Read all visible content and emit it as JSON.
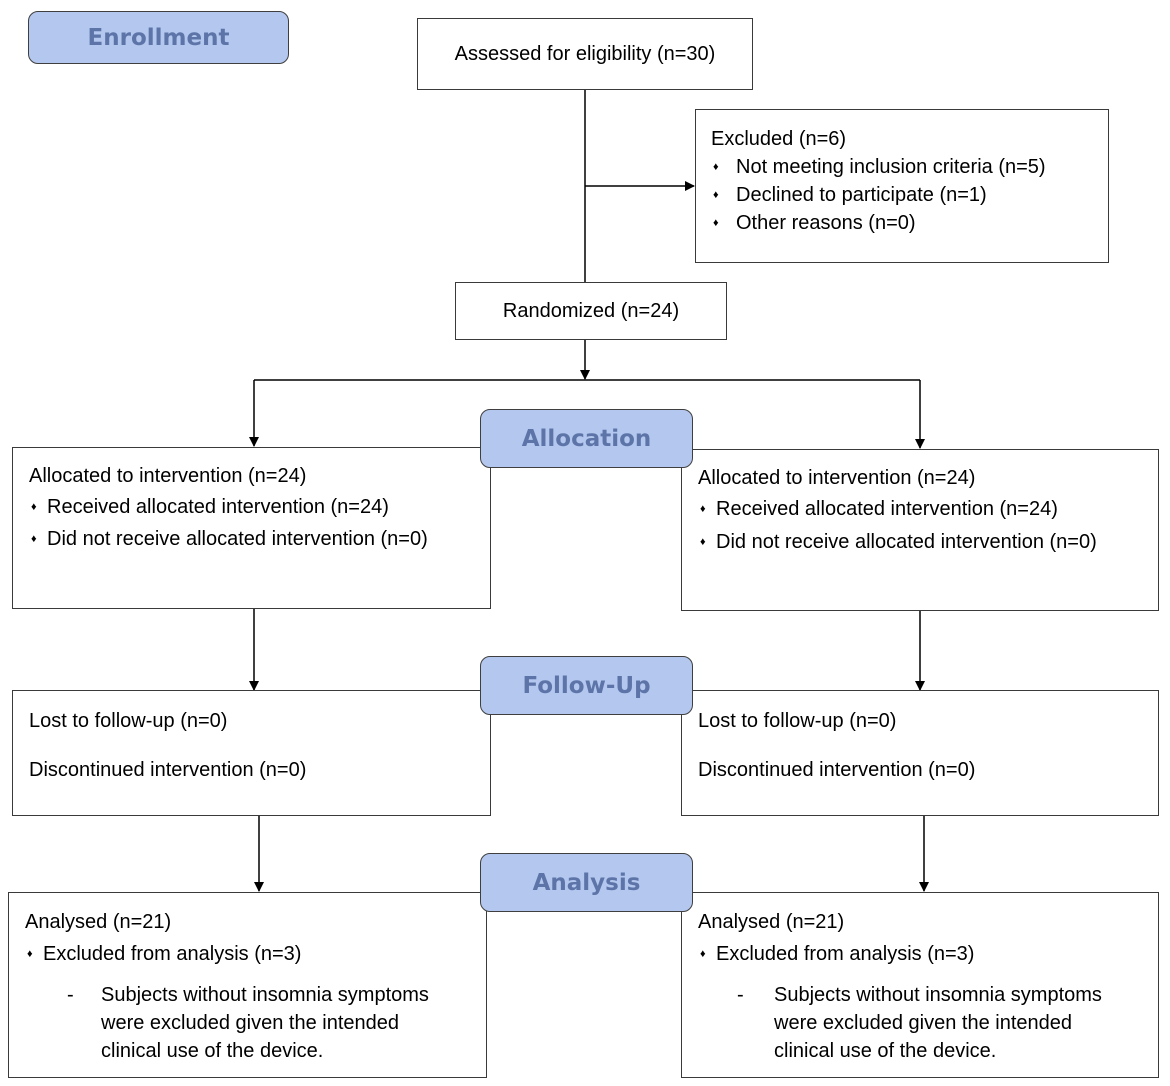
{
  "stages": {
    "enrollment": "Enrollment",
    "allocation": "Allocation",
    "follow_up": "Follow-Up",
    "analysis": "Analysis"
  },
  "bullet_glyph": "♦",
  "dash_glyph": "-",
  "assessed": "Assessed for eligibility (n=30)",
  "excluded": {
    "title": "Excluded (n=6)",
    "items": [
      "Not meeting inclusion criteria (n=5)",
      "Declined to participate (n=1)",
      "Other reasons (n=0)"
    ]
  },
  "randomized": "Randomized (n=24)",
  "allocation_left": {
    "title": "Allocated to intervention (n=24)",
    "items": [
      "Received allocated intervention (n=24)",
      "Did not receive allocated intervention (n=0)"
    ]
  },
  "allocation_right": {
    "title": "Allocated to intervention (n=24)",
    "items": [
      "Received allocated intervention (n=24)",
      "Did not receive allocated intervention (n=0)"
    ]
  },
  "followup_left": {
    "lost": "Lost to follow-up (n=0)",
    "discontinued": "Discontinued intervention (n=0)"
  },
  "followup_right": {
    "lost": "Lost to follow-up (n=0)",
    "discontinued": "Discontinued intervention (n=0)"
  },
  "analysis_left": {
    "title": "Analysed (n=21)",
    "excluded": "Excluded from analysis (n=3)",
    "note_lines": [
      "Subjects without insomnia symptoms",
      "were excluded given the intended",
      "clinical use of the device."
    ]
  },
  "analysis_right": {
    "title": "Analysed (n=21)",
    "excluded": "Excluded from analysis (n=3)",
    "note_lines": [
      "Subjects without insomnia symptoms",
      "were excluded given the intended",
      "clinical use of the device."
    ]
  }
}
